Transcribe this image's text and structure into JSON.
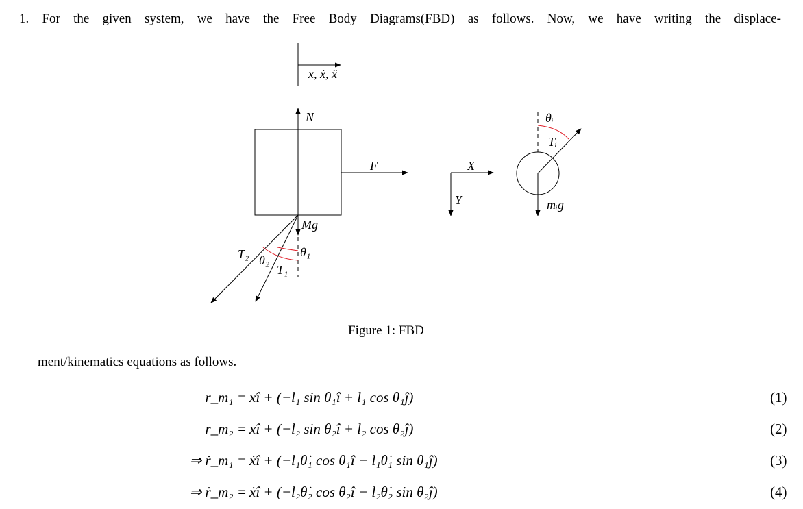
{
  "paragraph_intro": "1. For the given system, we have the Free Body Diagrams(FBD) as follows. Now, we have writing the displace-",
  "paragraph_continued": "ment/kinematics equations as follows.",
  "figure": {
    "caption": "Figure 1: FBD",
    "labels": {
      "motion": "x, ẋ, ẍ",
      "normal": "N",
      "force": "F",
      "weight": "Mg",
      "theta1": "θ₁",
      "theta2": "θ₂",
      "tension1": "T₁",
      "tension2": "T₂",
      "axis_x": "X",
      "axis_y": "Y",
      "theta_i": "θᵢ",
      "tension_i": "Tᵢ",
      "weight_i": "mᵢg"
    },
    "colors": {
      "angle_arc": "#e0202a",
      "line": "#000000"
    }
  },
  "equations": [
    {
      "lhs": "r_m₁ =",
      "rhs": "xî + (−l₁ sin θ₁î + l₁ cos θ₁ĵ)",
      "number": "(1)"
    },
    {
      "lhs": "r_m₂ =",
      "rhs": "xî + (−l₂ sin θ₂î + l₂ cos θ₂ĵ)",
      "number": "(2)"
    },
    {
      "lhs": "⇒ ṙ_m₁ =",
      "rhs": "ẋî + (−l₁θ̇₁ cos θ₁î − l₁θ̇₁ sin θ₁ĵ)",
      "number": "(3)"
    },
    {
      "lhs": "⇒ ṙ_m₂ =",
      "rhs": "ẋî + (−l₂θ̇₂ cos θ₂î − l₂θ̇₂ sin θ₂ĵ)",
      "number": "(4)"
    }
  ]
}
